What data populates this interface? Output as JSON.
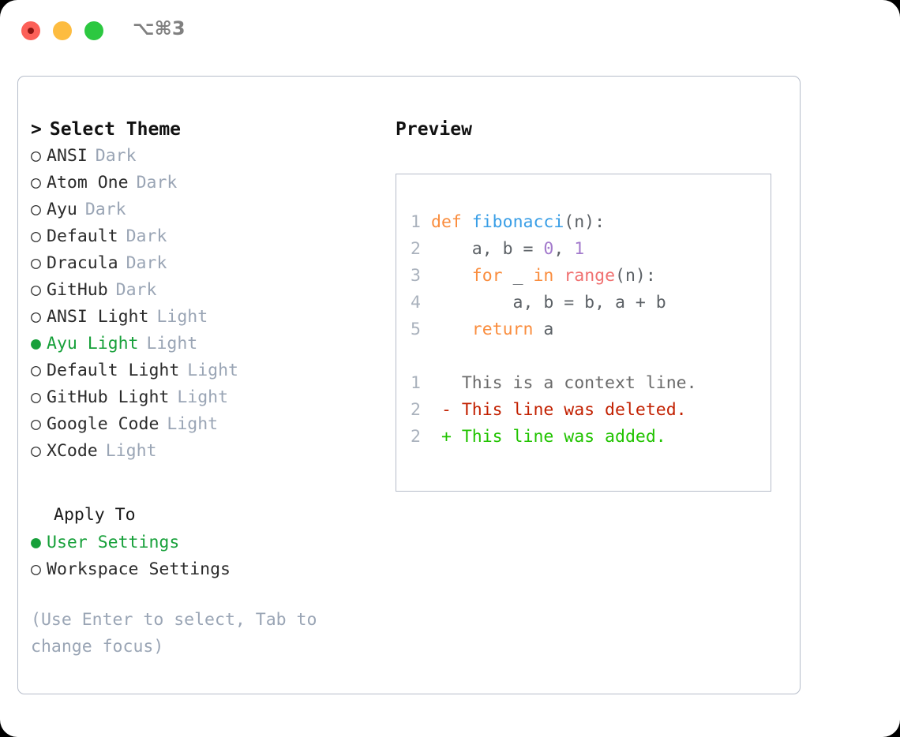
{
  "window": {
    "shortcut": "⌥⌘3",
    "traffic_lights": [
      {
        "name": "close",
        "color": "#fc6058"
      },
      {
        "name": "minimize",
        "color": "#fdbc40"
      },
      {
        "name": "maximize",
        "color": "#2cc840"
      }
    ]
  },
  "theme_picker": {
    "header": "Select Theme",
    "caret": ">",
    "bullet_selected": "●",
    "bullet_unselected": "○",
    "items": [
      {
        "name": "ANSI",
        "variant": "Dark",
        "selected": false
      },
      {
        "name": "Atom One",
        "variant": "Dark",
        "selected": false
      },
      {
        "name": "Ayu",
        "variant": "Dark",
        "selected": false
      },
      {
        "name": "Default",
        "variant": "Dark",
        "selected": false
      },
      {
        "name": "Dracula",
        "variant": "Dark",
        "selected": false
      },
      {
        "name": "GitHub",
        "variant": "Dark",
        "selected": false
      },
      {
        "name": "ANSI Light",
        "variant": "Light",
        "selected": false
      },
      {
        "name": "Ayu Light",
        "variant": "Light",
        "selected": true
      },
      {
        "name": "Default Light",
        "variant": "Light",
        "selected": false
      },
      {
        "name": "GitHub Light",
        "variant": "Light",
        "selected": false
      },
      {
        "name": "Google Code",
        "variant": "Light",
        "selected": false
      },
      {
        "name": "XCode",
        "variant": "Light",
        "selected": false
      }
    ]
  },
  "apply_to": {
    "header": "Apply To",
    "items": [
      {
        "name": "User Settings",
        "selected": true
      },
      {
        "name": "Workspace Settings",
        "selected": false
      }
    ]
  },
  "hint": "(Use Enter to select, Tab to change focus)",
  "preview": {
    "title": "Preview",
    "code": [
      {
        "ln": "1",
        "tokens": [
          {
            "t": "def",
            "c": "kw"
          },
          {
            "t": " ",
            "c": "pl"
          },
          {
            "t": "fibonacci",
            "c": "fn"
          },
          {
            "t": "(n):",
            "c": "pl"
          }
        ]
      },
      {
        "ln": "2",
        "tokens": [
          {
            "t": "    a, b = ",
            "c": "pl"
          },
          {
            "t": "0",
            "c": "num"
          },
          {
            "t": ", ",
            "c": "pl"
          },
          {
            "t": "1",
            "c": "num"
          }
        ]
      },
      {
        "ln": "3",
        "tokens": [
          {
            "t": "    ",
            "c": "pl"
          },
          {
            "t": "for",
            "c": "kw"
          },
          {
            "t": " _ ",
            "c": "pl"
          },
          {
            "t": "in",
            "c": "kw"
          },
          {
            "t": " ",
            "c": "pl"
          },
          {
            "t": "range",
            "c": "bi"
          },
          {
            "t": "(n):",
            "c": "pl"
          }
        ]
      },
      {
        "ln": "4",
        "tokens": [
          {
            "t": "        a, b = b, a + b",
            "c": "pl"
          }
        ]
      },
      {
        "ln": "5",
        "tokens": [
          {
            "t": "    ",
            "c": "pl"
          },
          {
            "t": "return",
            "c": "kw"
          },
          {
            "t": " a",
            "c": "pl"
          }
        ]
      }
    ],
    "diff": [
      {
        "ln": "1",
        "marker": " ",
        "text": "This is a context line.",
        "kind": "d-ctx"
      },
      {
        "ln": "2",
        "marker": "-",
        "text": "This line was deleted.",
        "kind": "d-del"
      },
      {
        "ln": "2",
        "marker": "+",
        "text": "This line was added.",
        "kind": "d-add"
      }
    ]
  },
  "colors": {
    "background": "#000000",
    "window": "#ffffff",
    "border": "#b6bdca",
    "accent_green": "#17a03a",
    "muted": "#9aa5b5",
    "keyword": "#fa8d3e",
    "function": "#399ee6",
    "number": "#a37acc",
    "builtin": "#f07171",
    "diff_added": "#21c300",
    "diff_deleted": "#c22000"
  }
}
